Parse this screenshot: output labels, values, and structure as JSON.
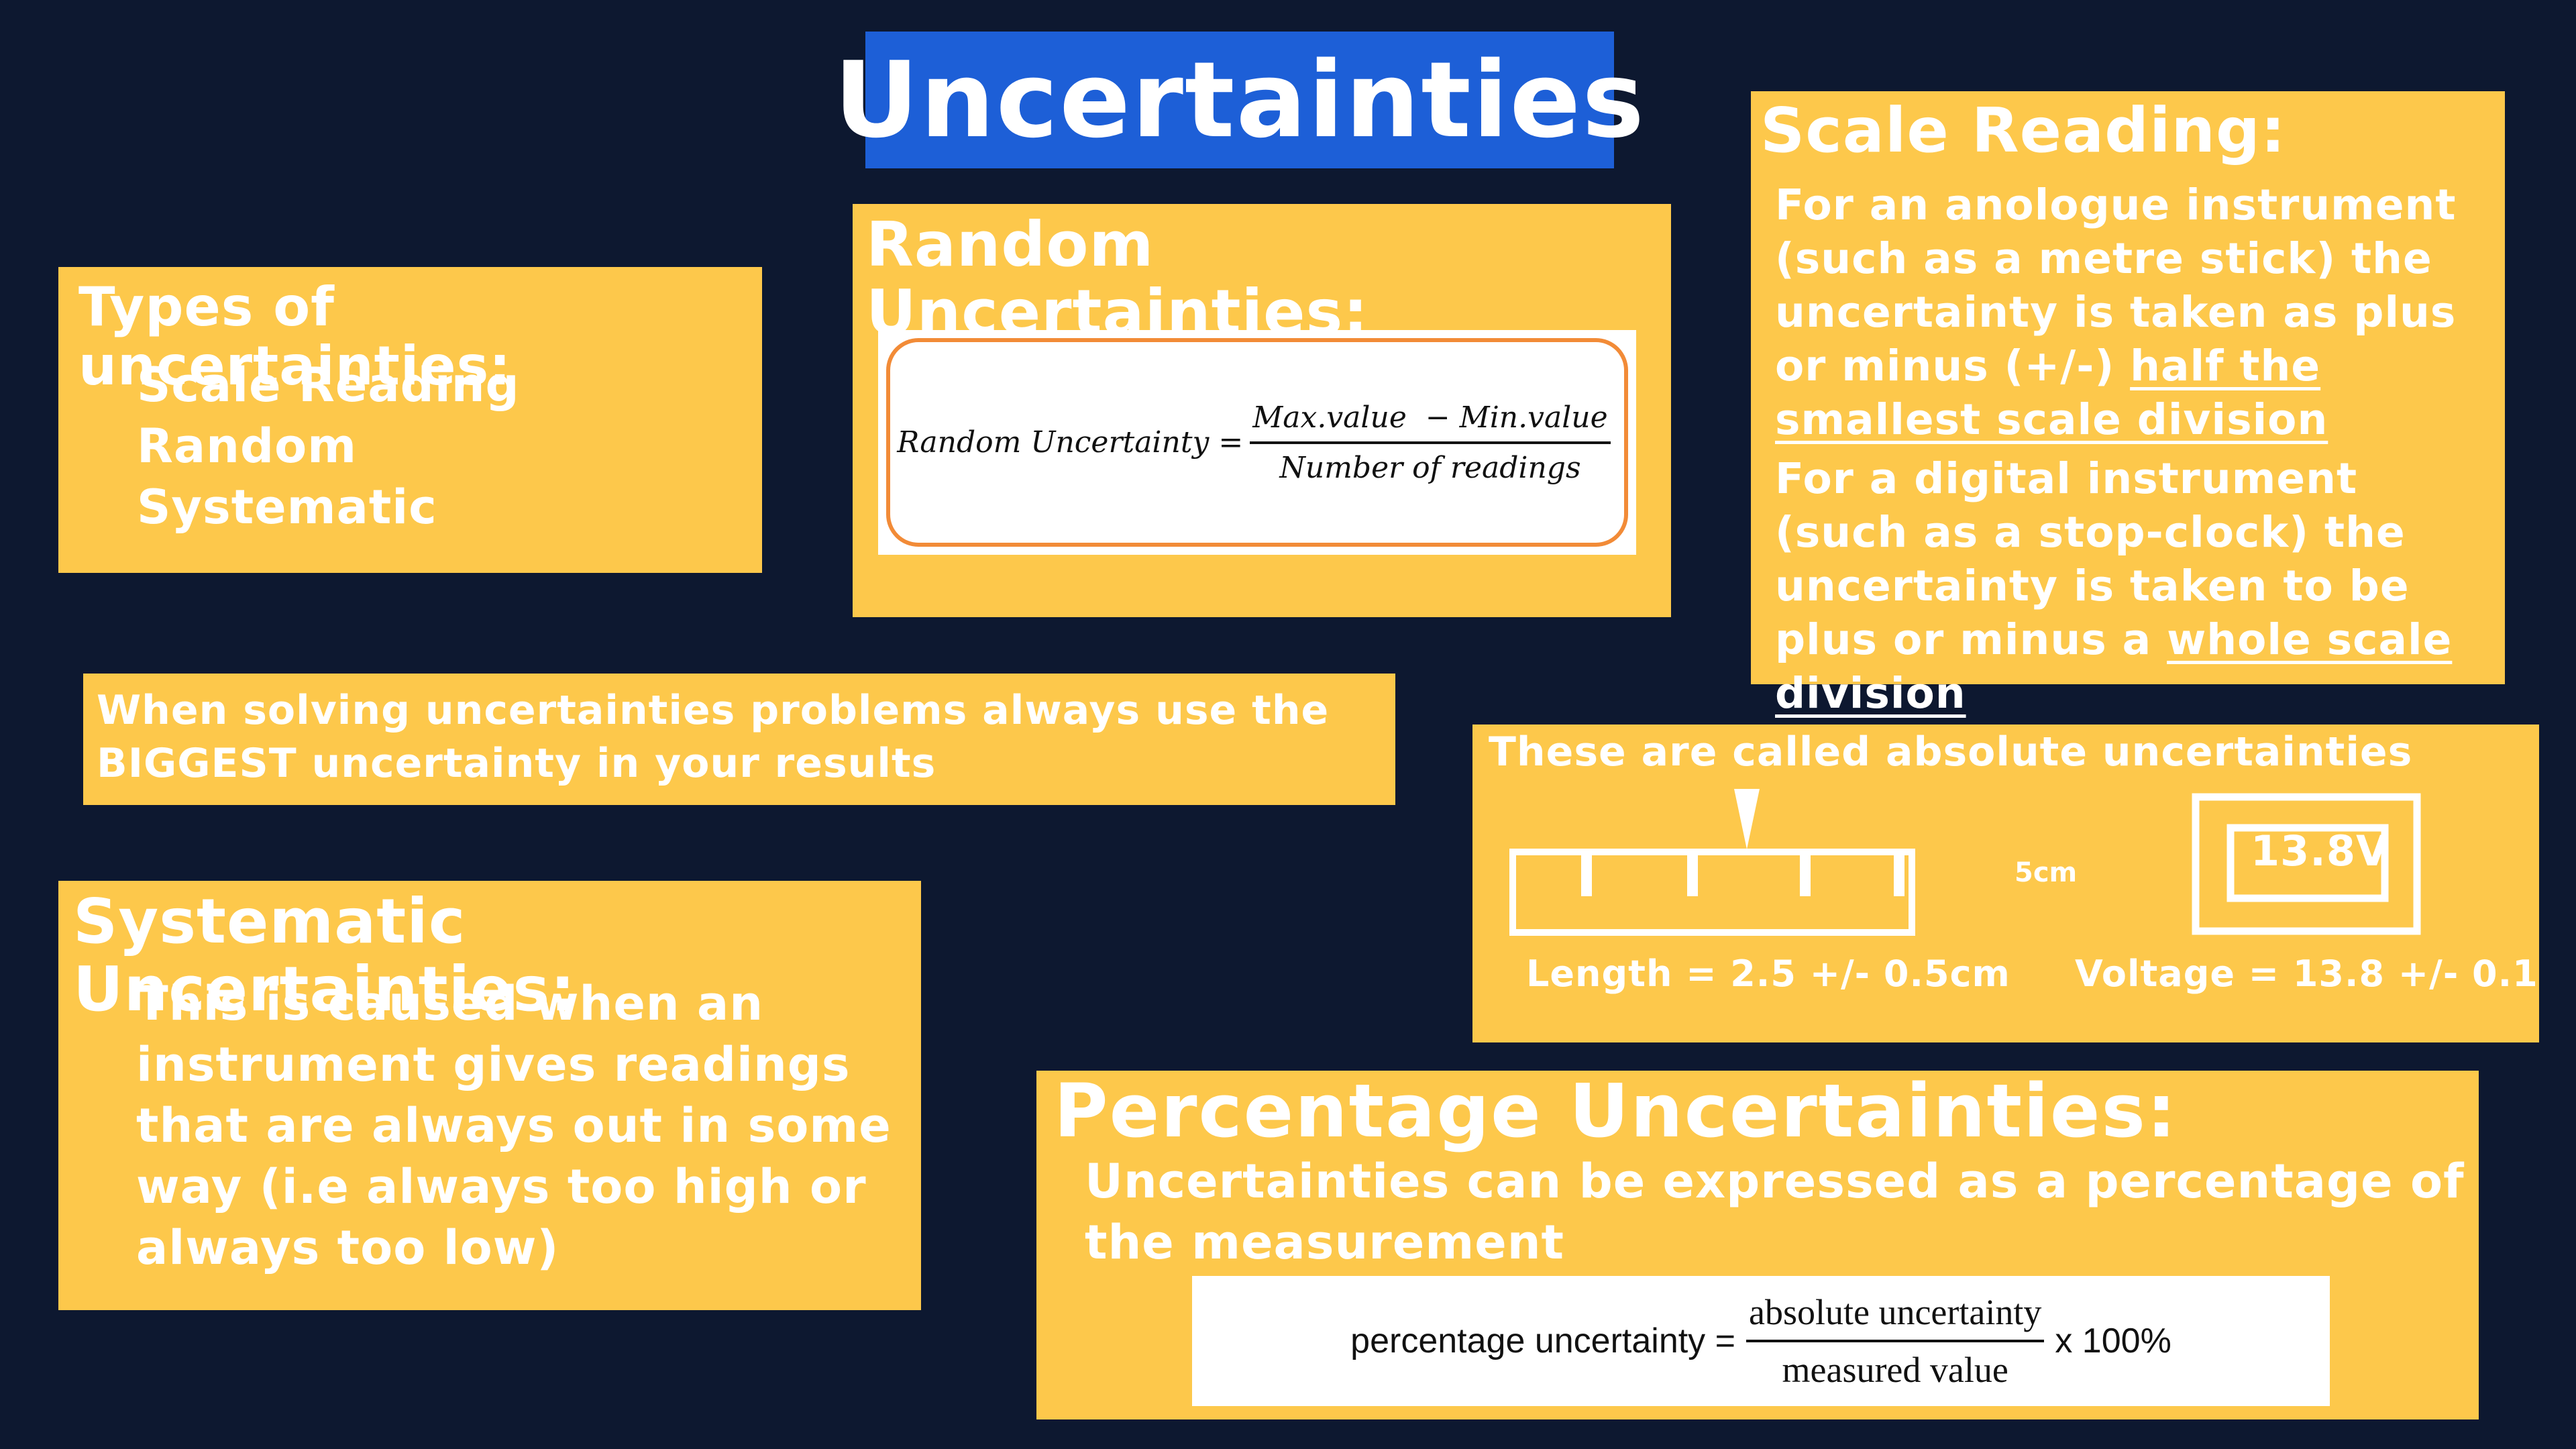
{
  "title": "Uncertainties",
  "types": {
    "heading": "Types of uncertainties:",
    "items": [
      "Scale Reading",
      "Random",
      "Systematic"
    ]
  },
  "random": {
    "heading": "Random Uncertainties:",
    "formula": {
      "lhs": "Random Uncertainty =",
      "numerator": "Max.value  − Min.value",
      "denominator": "Number of readings"
    }
  },
  "scale": {
    "heading": "Scale Reading:",
    "p1_before": "For an anologue instrument (such as a metre stick) the uncertainty is taken as plus or minus (+/-) ",
    "p1_underline": "half the smallest scale division",
    "p2_before": "For a digital instrument (such as a stop-clock) the uncertainty is taken to be plus or minus a ",
    "p2_underline": "whole scale division"
  },
  "note": {
    "text": "When solving uncertainties problems always use the BIGGEST uncertainty in your results"
  },
  "absolute": {
    "heading": "These are called absolute uncertainties",
    "ruler_label": "5cm",
    "display_value": "13.8V",
    "length_caption": "Length = 2.5 +/- 0.5cm",
    "voltage_caption": "Voltage = 13.8 +/- 0.1"
  },
  "systematic": {
    "heading": "Systematic Uncertainties:",
    "text": "This is caused when an instrument gives readings that are always out in some way (i.e always too high or always too low)"
  },
  "percentage": {
    "heading": "Percentage Uncertainties:",
    "text": "Uncertainties can be expressed as a percentage of the measurement",
    "formula": {
      "lhs": "percentage uncertainty =",
      "numerator": "absolute uncertainty",
      "denominator": "measured value",
      "rhs": "x 100%"
    }
  },
  "colors": {
    "background": "#0d1830",
    "title_banner": "#1d5fd7",
    "box": "#fdc84b",
    "text": "#ffffff",
    "formula_border": "#f28b37"
  }
}
